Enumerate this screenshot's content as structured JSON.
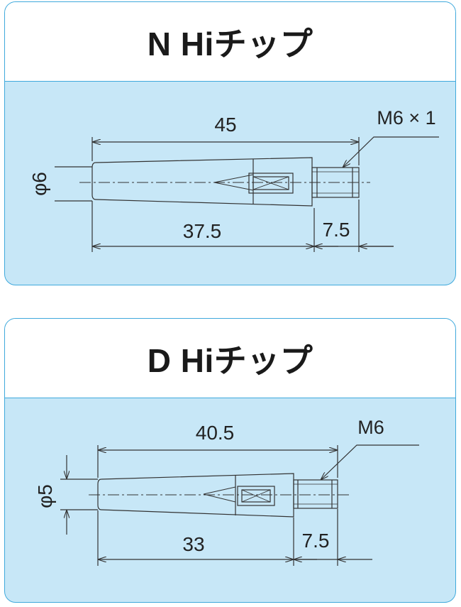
{
  "colors": {
    "panel_border": "#3fa9dc",
    "panel_fill": "#c7e7f7",
    "header_fill": "#ffffff",
    "line": "#333333",
    "text": "#222222"
  },
  "panels": [
    {
      "title": "N Hiチップ",
      "dims": {
        "overall_length": "45",
        "diameter": "φ6",
        "body_length": "37.5",
        "thread_length": "7.5",
        "thread_spec": "M6 × 1"
      }
    },
    {
      "title": "D Hiチップ",
      "dims": {
        "overall_length": "40.5",
        "diameter": "φ5",
        "body_length": "33",
        "thread_length": "7.5",
        "thread_spec": "M6"
      }
    }
  ]
}
